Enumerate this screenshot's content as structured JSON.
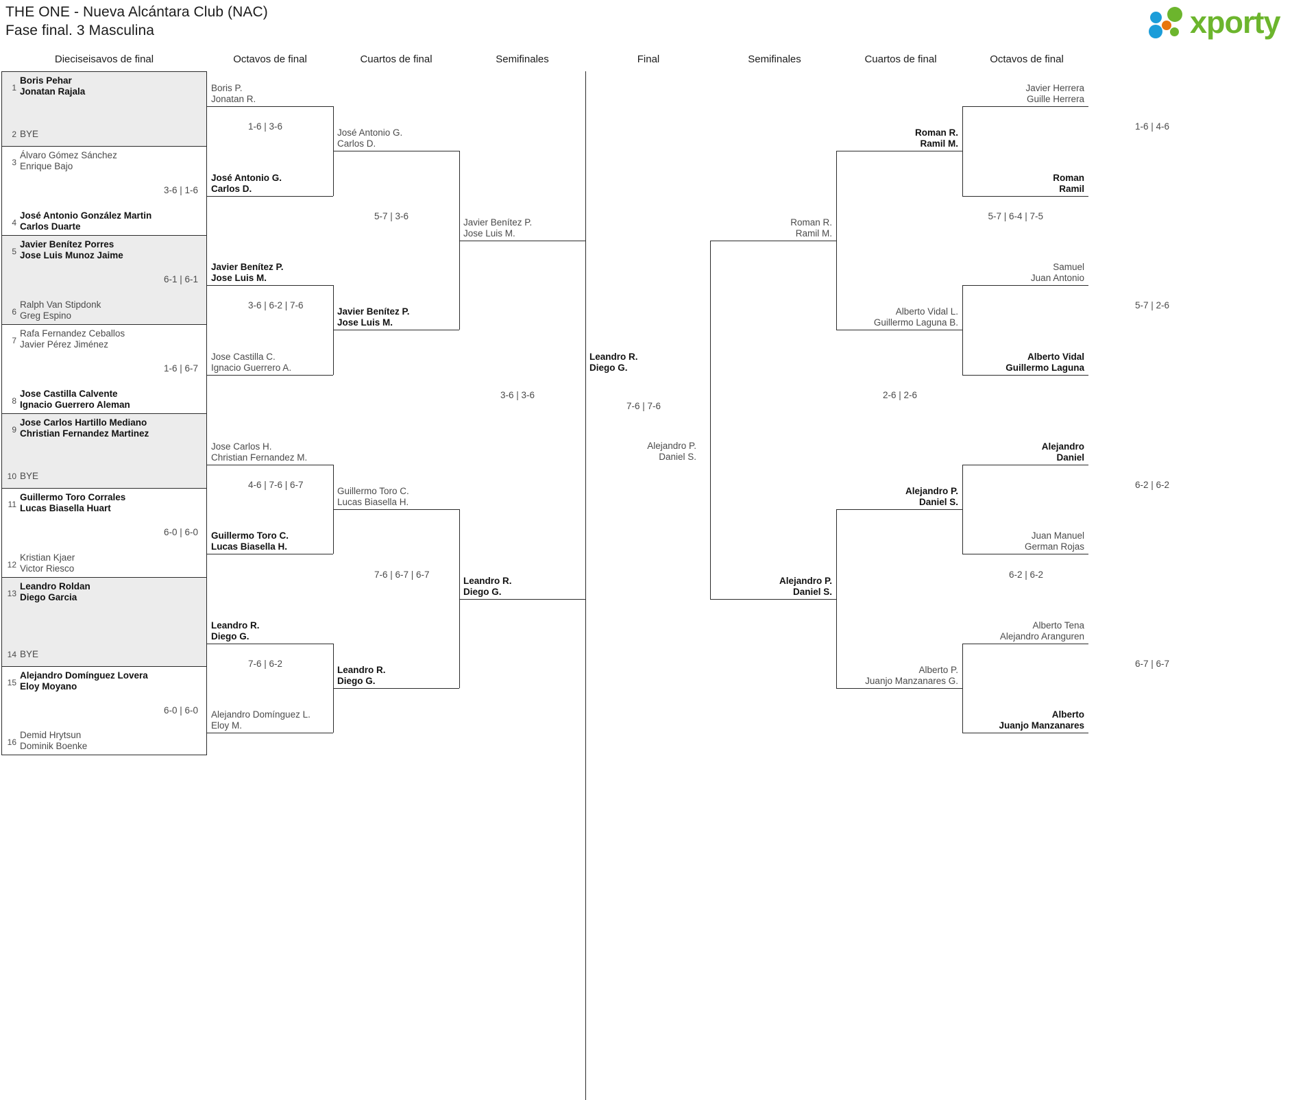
{
  "header": {
    "title_line1": "THE ONE - Nueva Alcántara Club (NAC)",
    "title_line2": "Fase final. 3 Masculina",
    "logo_text": "xporty",
    "logo_colors": {
      "blue": "#1b9dd9",
      "orange": "#e8760c",
      "green": "#6cb52d"
    }
  },
  "round_headers": {
    "left_r32": "Dieciseisavos de final",
    "left_r16": "Octavos de final",
    "left_qf": "Cuartos de final",
    "left_sf": "Semifinales",
    "final": "Final",
    "right_sf": "Semifinales",
    "right_qf": "Cuartos de final",
    "right_r16": "Octavos de final"
  },
  "round32": [
    {
      "shaded": true,
      "top": {
        "seed": "1",
        "p1": "Boris Pehar",
        "p2": "Jonatan Rajala",
        "winner": true
      },
      "bottom": {
        "seed": "2",
        "bye": "BYE"
      },
      "score": ""
    },
    {
      "shaded": false,
      "top": {
        "seed": "3",
        "p1": "Álvaro Gómez Sánchez",
        "p2": "Enrique Bajo",
        "winner": false
      },
      "bottom": {
        "seed": "4",
        "p1": "José Antonio González Martin",
        "p2": "Carlos Duarte",
        "winner": true
      },
      "score": "3-6 | 1-6"
    },
    {
      "shaded": true,
      "top": {
        "seed": "5",
        "p1": "Javier Benítez Porres",
        "p2": "Jose Luis Munoz Jaime",
        "winner": true
      },
      "bottom": {
        "seed": "6",
        "p1": "Ralph Van Stipdonk",
        "p2": "Greg Espino",
        "winner": false
      },
      "score": "6-1 | 6-1"
    },
    {
      "shaded": false,
      "top": {
        "seed": "7",
        "p1": "Rafa Fernandez Ceballos",
        "p2": "Javier Pérez Jiménez",
        "winner": false
      },
      "bottom": {
        "seed": "8",
        "p1": "Jose Castilla Calvente",
        "p2": "Ignacio Guerrero Aleman",
        "winner": true
      },
      "score": "1-6 | 6-7"
    },
    {
      "shaded": true,
      "top": {
        "seed": "9",
        "p1": "Jose Carlos Hartillo Mediano",
        "p2": "Christian Fernandez Martinez",
        "winner": true
      },
      "bottom": {
        "seed": "10",
        "bye": "BYE"
      },
      "score": ""
    },
    {
      "shaded": false,
      "top": {
        "seed": "11",
        "p1": "Guillermo Toro Corrales",
        "p2": "Lucas Biasella Huart",
        "winner": true
      },
      "bottom": {
        "seed": "12",
        "p1": "Kristian Kjaer",
        "p2": "Victor Riesco",
        "winner": false
      },
      "score": "6-0 | 6-0"
    },
    {
      "shaded": true,
      "top": {
        "seed": "13",
        "p1": "Leandro Roldan",
        "p2": "Diego Garcia",
        "winner": true
      },
      "bottom": {
        "seed": "14",
        "bye": "BYE"
      },
      "score": ""
    },
    {
      "shaded": false,
      "top": {
        "seed": "15",
        "p1": "Alejandro Domínguez Lovera",
        "p2": "Eloy Moyano",
        "winner": true
      },
      "bottom": {
        "seed": "16",
        "p1": "Demid Hrytsun",
        "p2": "Dominik Boenke",
        "winner": false
      },
      "score": "6-0 | 6-0"
    }
  ],
  "left_r16": [
    {
      "top_p1": "Boris P.",
      "top_p2": "Jonatan R.",
      "top_w": false,
      "bot_p1": "José Antonio G.",
      "bot_p2": "Carlos D.",
      "bot_w": true,
      "score": "1-6 | 3-6"
    },
    {
      "top_p1": "Javier Benítez P.",
      "top_p2": "Jose Luis M.",
      "top_w": true,
      "bot_p1": "Jose Castilla C.",
      "bot_p2": "Ignacio Guerrero A.",
      "bot_w": false,
      "score": "3-6 | 6-2 | 7-6"
    },
    {
      "top_p1": "Jose Carlos H.",
      "top_p2": "Christian Fernandez M.",
      "top_w": false,
      "bot_p1": "Guillermo Toro C.",
      "bot_p2": "Lucas Biasella H.",
      "bot_w": true,
      "score": "4-6 | 7-6 | 6-7"
    },
    {
      "top_p1": "Leandro R.",
      "top_p2": "Diego G.",
      "top_w": true,
      "bot_p1": "Alejandro Domínguez L.",
      "bot_p2": "Eloy M.",
      "bot_w": false,
      "score": "7-6 | 6-2"
    }
  ],
  "left_qf": [
    {
      "top_p1": "José Antonio G.",
      "top_p2": "Carlos D.",
      "top_w": false,
      "bot_p1": "Javier Benítez P.",
      "bot_p2": "Jose Luis M.",
      "bot_w": true,
      "score": "5-7 | 3-6"
    },
    {
      "top_p1": "Guillermo Toro C.",
      "top_p2": "Lucas Biasella H.",
      "top_w": false,
      "bot_p1": "Leandro R.",
      "bot_p2": "Diego G.",
      "bot_w": true,
      "score": "7-6 | 6-7 | 6-7"
    }
  ],
  "left_sf": [
    {
      "top_p1": "Javier Benítez P.",
      "top_p2": "Jose Luis M.",
      "top_w": false,
      "bot_p1": "Leandro R.",
      "bot_p2": "Diego G.",
      "bot_w": true,
      "score": "3-6 | 3-6"
    }
  ],
  "final": {
    "top_p1": "Leandro R.",
    "top_p2": "Diego G.",
    "top_w": true,
    "bot_p1": "Alejandro P.",
    "bot_p2": "Daniel S.",
    "bot_w": false,
    "score": "7-6 | 7-6"
  },
  "right_sf": [
    {
      "top_p1": "Roman R.",
      "top_p2": "Ramil M.",
      "top_w": false,
      "bot_p1": "Alejandro P.",
      "bot_p2": "Daniel S.",
      "bot_w": true,
      "score": "2-6 | 2-6"
    }
  ],
  "right_qf": [
    {
      "top_p1": "Roman R.",
      "top_p2": "Ramil M.",
      "top_w": true,
      "bot_p1": "Alberto Vidal L.",
      "bot_p2": "Guillermo Laguna B.",
      "bot_w": false,
      "score": "5-7 | 6-4 | 7-5"
    },
    {
      "top_p1": "Alejandro P.",
      "top_p2": "Daniel S.",
      "top_w": true,
      "bot_p1": "Alberto P.",
      "bot_p2": "Juanjo Manzanares G.",
      "bot_w": false,
      "score": "6-2 | 6-2"
    }
  ],
  "right_r16": [
    {
      "top_p1": "Javier Herrera",
      "top_p2": "Guille Herrera",
      "top_w": false,
      "bot_p1": "Roman",
      "bot_p2": "Ramil",
      "bot_w": true,
      "score": "1-6 | 4-6"
    },
    {
      "top_p1": "Samuel",
      "top_p2": "Juan Antonio",
      "top_w": false,
      "bot_p1": "Alberto Vidal",
      "bot_p2": "Guillermo Laguna",
      "bot_w": true,
      "score": "5-7 | 2-6"
    },
    {
      "top_p1": "Alejandro",
      "top_p2": "Daniel",
      "top_w": true,
      "bot_p1": "Juan Manuel",
      "bot_p2": "German Rojas",
      "bot_w": false,
      "score": "6-2 | 6-2"
    },
    {
      "top_p1": "Alberto Tena",
      "top_p2": "Alejandro Aranguren",
      "top_w": false,
      "bot_p1": "Alberto",
      "bot_p2": "Juanjo Manzanares",
      "bot_w": true,
      "score": "6-7 | 6-7"
    }
  ]
}
